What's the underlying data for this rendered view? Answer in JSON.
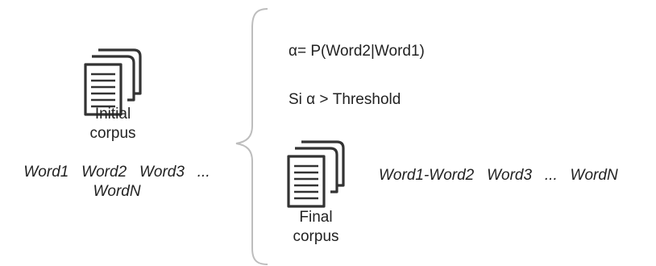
{
  "left": {
    "icon": "documents-stack-icon",
    "label_line1": "Initial",
    "label_line2": "corpus",
    "words_line1": "Word1   Word2   Word3   ...",
    "words_line2": "WordN"
  },
  "right": {
    "formula": "α= P(Word2|Word1)",
    "condition": "Si α > Threshold",
    "icon": "documents-stack-icon",
    "label_line1": "Final",
    "label_line2": "corpus",
    "words": "Word1-Word2   Word3   ...   WordN"
  },
  "brace": {
    "icon": "curly-brace-icon",
    "color": "#bdbdbd"
  },
  "colors": {
    "icon_stroke": "#333333",
    "text": "#222222"
  }
}
